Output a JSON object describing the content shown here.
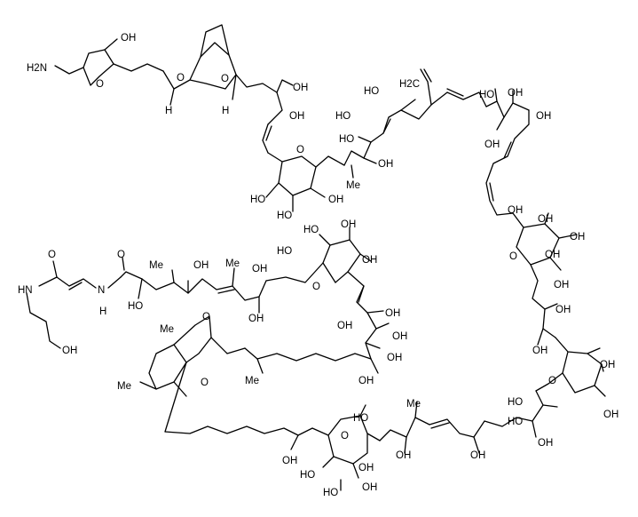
{
  "labels": {
    "amine": "H2N",
    "hydroxyl": "OH",
    "hydroxyl_left": "HO",
    "oxygen": "O",
    "hydrogen": "H",
    "nitrogen_h": "HN",
    "nitrogen": "N",
    "methyl": "Me",
    "methylene": "H2C",
    "methyl_left": "Me"
  }
}
